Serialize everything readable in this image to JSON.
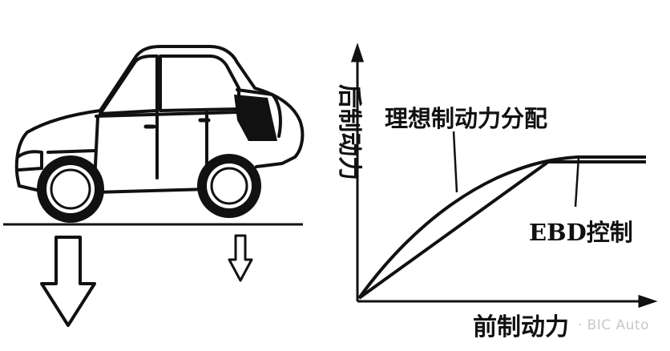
{
  "diagram": {
    "labels": {
      "ideal_curve": "理想制动力分配",
      "ebd_control": "EBD控制",
      "y_axis": "后制动力",
      "x_axis": "前制动力"
    },
    "watermark": "· BIC Auto",
    "colors": {
      "ink": "#111111",
      "background": "#ffffff"
    }
  }
}
